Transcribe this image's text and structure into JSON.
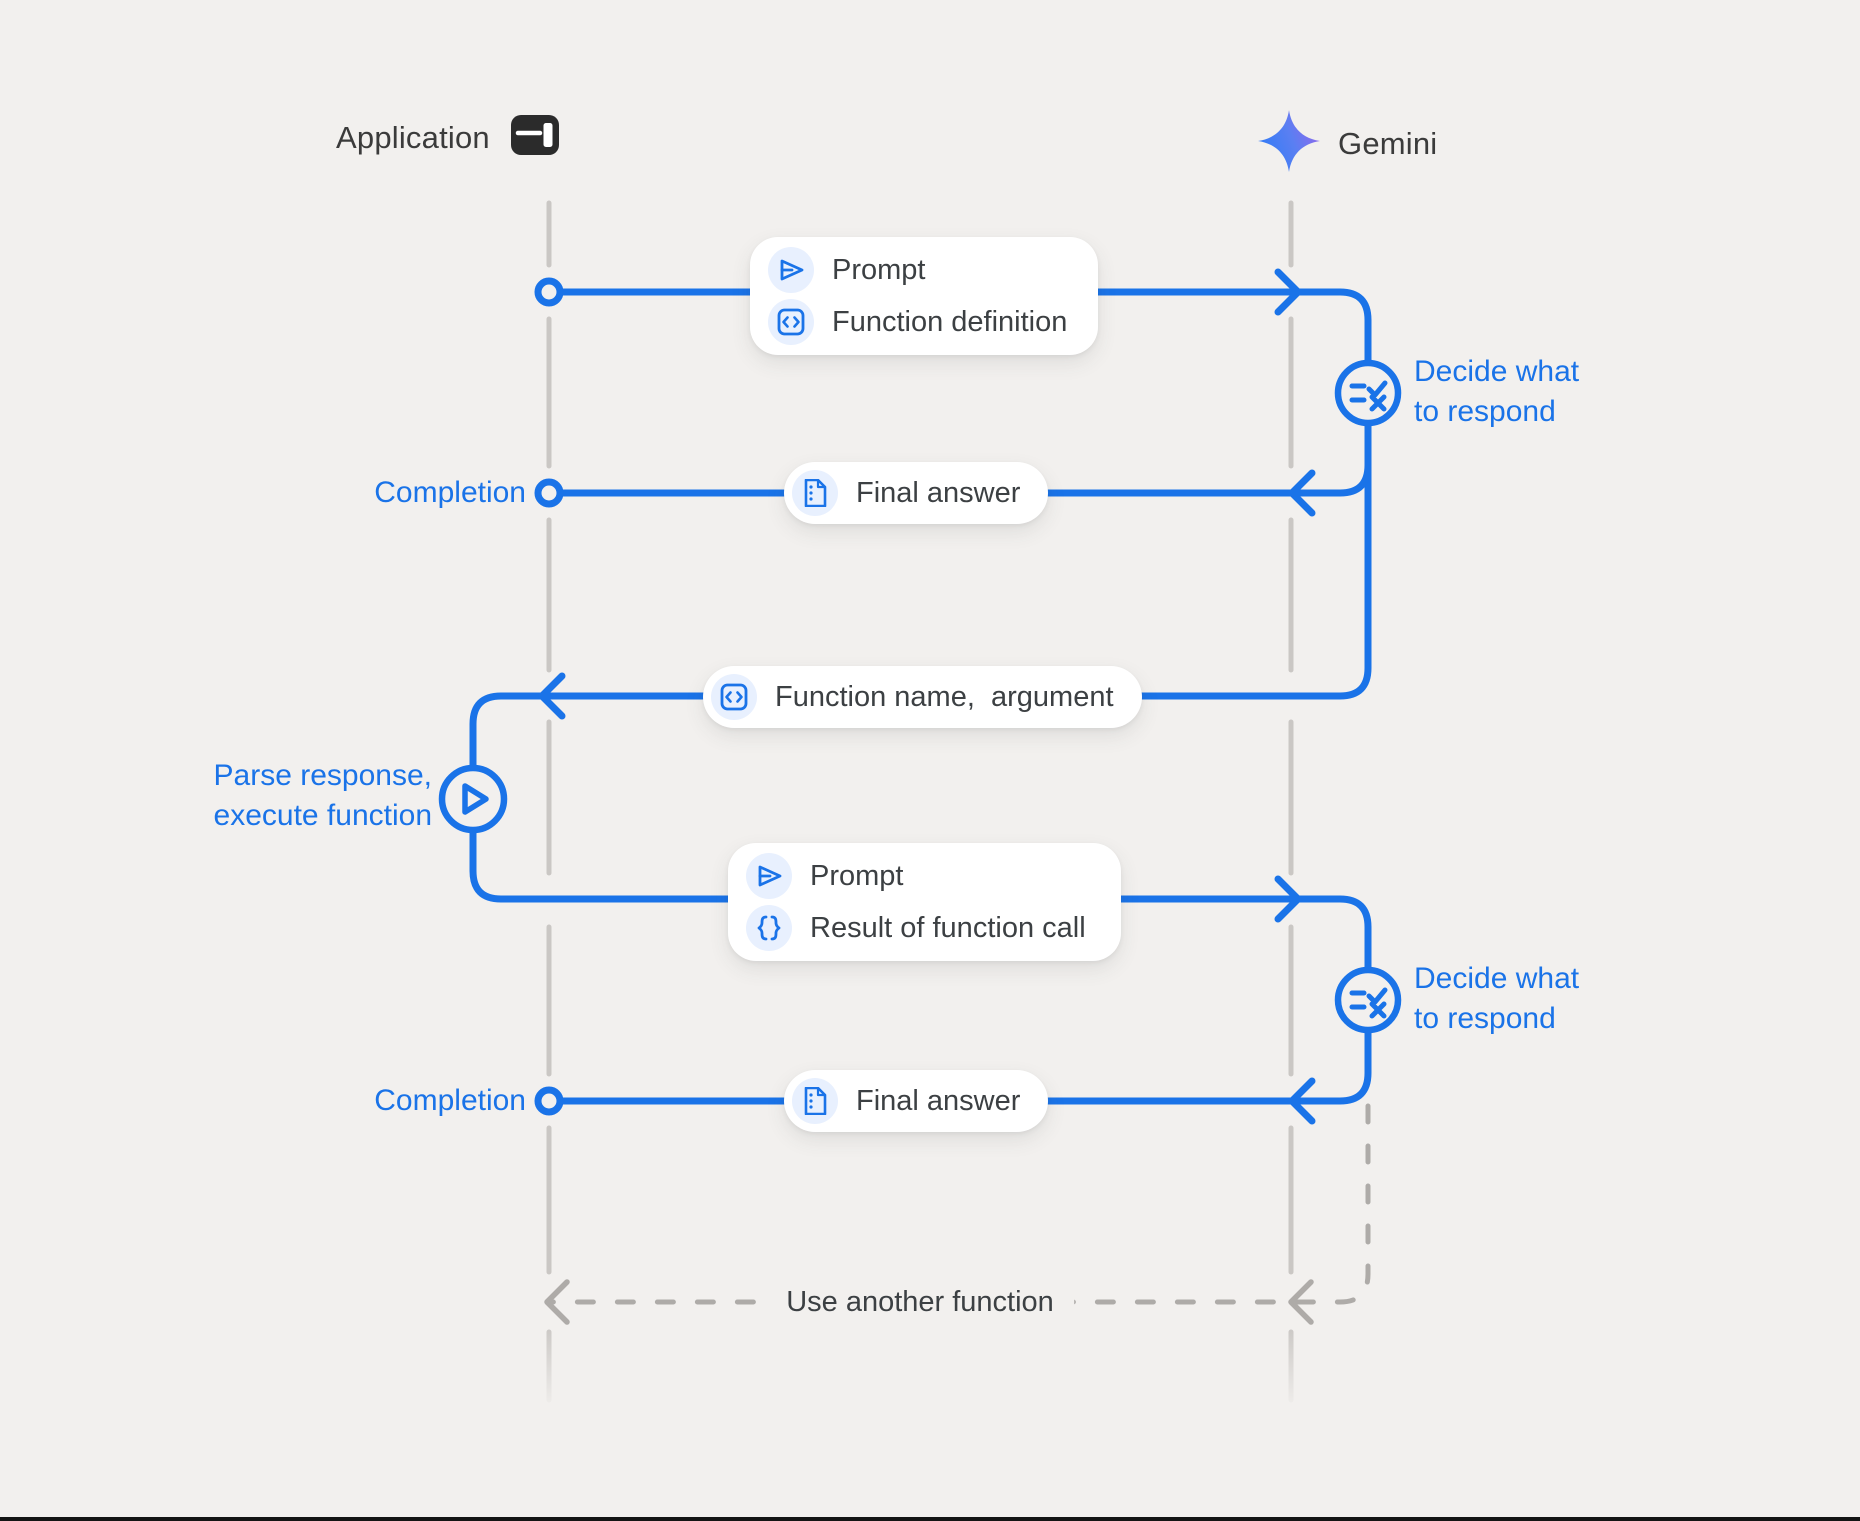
{
  "page": {
    "background": "#f2f0ee",
    "accent_blue": "#1a73e8",
    "icon_chip_bg": "#e8f0fe",
    "text_dark": "#3c4043",
    "lifeline_gray": "#cac7c4"
  },
  "actors": {
    "application": {
      "label": "Application",
      "icon": "app-window-icon"
    },
    "gemini": {
      "label": "Gemini",
      "icon": "gemini-star-icon"
    }
  },
  "flow": {
    "request1": {
      "row1": {
        "icon": "send-icon",
        "label": "Prompt"
      },
      "row2": {
        "icon": "code-brackets-icon",
        "label": "Function definition"
      }
    },
    "decide1": {
      "icon": "checklist-decision-icon",
      "line1": "Decide what",
      "line2": "to respond"
    },
    "completion1": {
      "label": "Completion"
    },
    "final1": {
      "icon": "document-icon",
      "label": "Final answer"
    },
    "function_call": {
      "icon": "code-brackets-icon",
      "label": "Function name,  argument"
    },
    "parse": {
      "icon": "play-icon",
      "line1": "Parse response,",
      "line2": "execute function"
    },
    "request2": {
      "row1": {
        "icon": "send-icon",
        "label": "Prompt"
      },
      "row2": {
        "icon": "curly-braces-icon",
        "label": "Result of function call"
      }
    },
    "decide2": {
      "icon": "checklist-decision-icon",
      "line1": "Decide what",
      "line2": "to respond"
    },
    "completion2": {
      "label": "Completion"
    },
    "final2": {
      "icon": "document-icon",
      "label": "Final answer"
    },
    "loop": {
      "label": "Use another function"
    }
  }
}
